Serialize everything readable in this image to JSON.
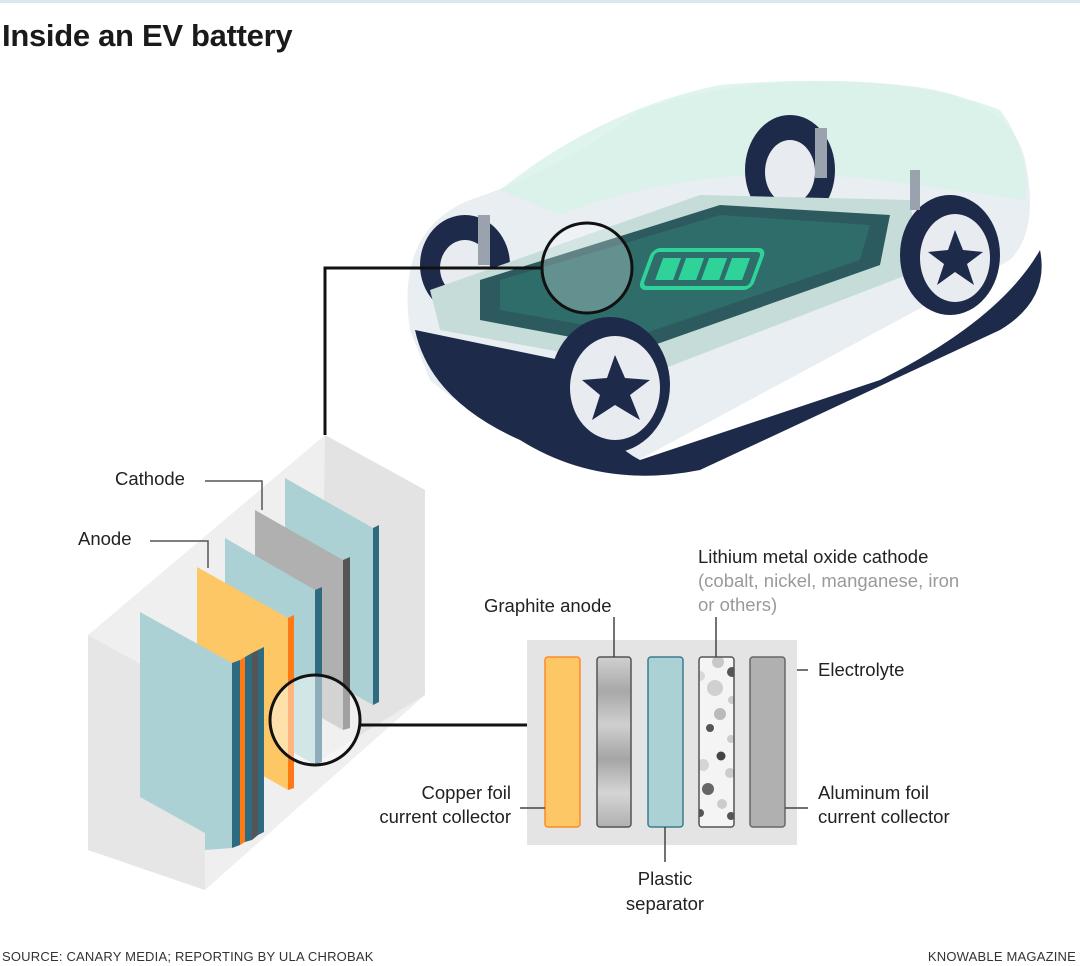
{
  "title": "Inside an EV battery",
  "labels": {
    "cathode": "Cathode",
    "anode": "Anode",
    "lithium_cathode": "Lithium metal oxide cathode",
    "lithium_cathode_note_1": "(cobalt, nickel, manganese, iron",
    "lithium_cathode_note_2": "or others)",
    "graphite_anode": "Graphite anode",
    "electrolyte": "Electrolyte",
    "copper_1": "Copper foil",
    "copper_2": "current collector",
    "aluminum_1": "Aluminum foil",
    "aluminum_2": "current collector",
    "separator_1": "Plastic",
    "separator_2": "separator"
  },
  "footer": {
    "source": "SOURCE: CANARY MEDIA; REPORTING BY ULA CHROBAK",
    "credit": "KNOWABLE MAGAZINE"
  },
  "colors": {
    "copper": "#fdc765",
    "separator": "#a9d1d4",
    "aluminum": "#b0b0b0",
    "navy": "#1e2a4a",
    "battery_green": "#2fd39a"
  }
}
